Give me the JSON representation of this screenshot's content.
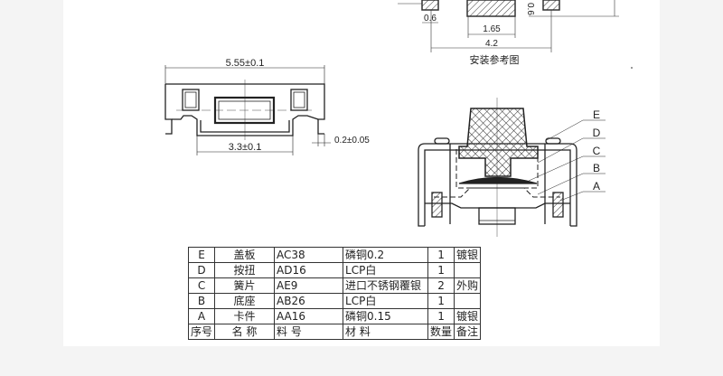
{
  "mounting_reference": {
    "title": "安装参考图",
    "dims": {
      "pad": "0.6",
      "center": "1.65",
      "overall": "4.2",
      "height": "0.6"
    }
  },
  "front_view": {
    "width": "5.55±0.1",
    "inner_width": "3.3±0.1",
    "leg_thickness": "0.2±0.05"
  },
  "section_view": {
    "callouts": [
      "E",
      "D",
      "C",
      "B",
      "A"
    ]
  },
  "bom": {
    "headers": [
      "序号",
      "名 称",
      "料 号",
      "材 料",
      "数量",
      "备注"
    ],
    "rows": [
      [
        "E",
        "盖板",
        "AC38",
        "磷铜0.2",
        "1",
        "镀银"
      ],
      [
        "D",
        "按扭",
        "AD16",
        "LCP白",
        "1",
        ""
      ],
      [
        "C",
        "簧片",
        "AE9",
        "进口不锈钢覆银",
        "2",
        "外购"
      ],
      [
        "B",
        "底座",
        "AB26",
        "LCP白",
        "1",
        ""
      ],
      [
        "A",
        "卡件",
        "AA16",
        "磷铜0.15",
        "1",
        "镀银"
      ]
    ]
  }
}
